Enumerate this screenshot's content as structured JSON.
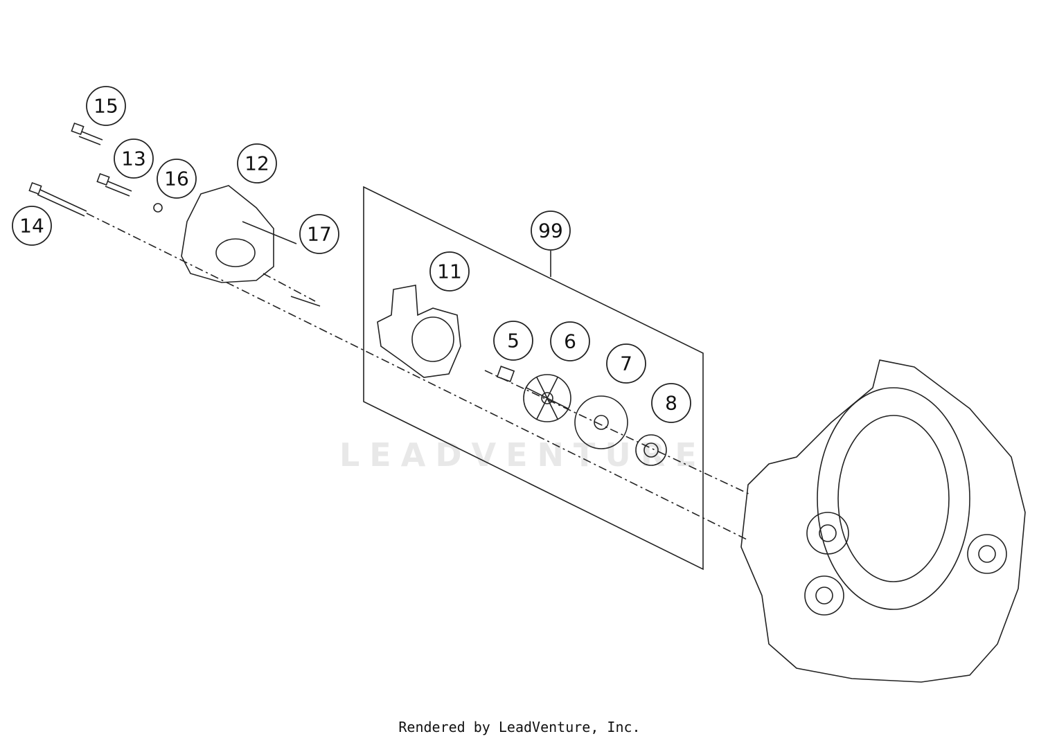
{
  "diagram": {
    "callouts": [
      "15",
      "13",
      "16",
      "12",
      "14",
      "17",
      "99",
      "11",
      "5",
      "6",
      "7",
      "8"
    ],
    "watermark": "LEADVENTURE"
  },
  "footer": {
    "text": "Rendered by LeadVenture, Inc."
  },
  "colors": {
    "line": "#222222",
    "watermark": "#e8e8e8"
  }
}
